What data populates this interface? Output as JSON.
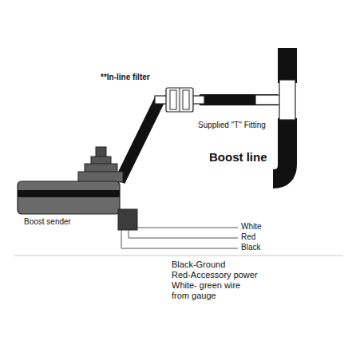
{
  "diagram": {
    "nodes": [
      {
        "text": [
          "Boost sender"
        ]
      },
      {
        "text": [
          "**In-line filter"
        ]
      },
      {
        "text": [
          "Supplied \"T\" Fitting"
        ]
      }
    ],
    "edges": [
      {
        "from": 0,
        "to": 1,
        "arrow": "none"
      },
      {
        "from": 1,
        "to": 2,
        "arrow": "none"
      }
    ],
    "labels": [
      "Boost line",
      "White",
      "Red",
      "Black",
      "Black-Ground",
      "Red-Accessory power",
      "White- green wire from gauge"
    ]
  }
}
